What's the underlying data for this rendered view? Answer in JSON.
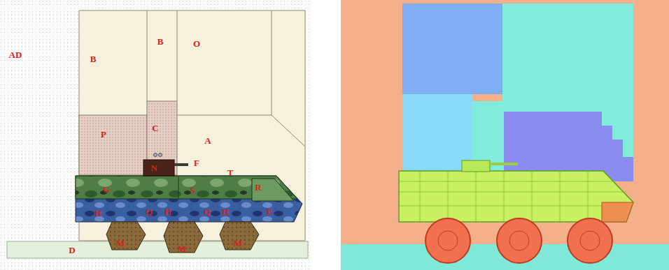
{
  "diagram": {
    "labels": [
      "AD",
      "B",
      "B",
      "O",
      "P",
      "C",
      "A",
      "N",
      "F",
      "T",
      "G",
      "S",
      "R",
      "H",
      "Q",
      "H",
      "Q",
      "H",
      "E",
      "M",
      "M",
      "M",
      "D"
    ]
  }
}
